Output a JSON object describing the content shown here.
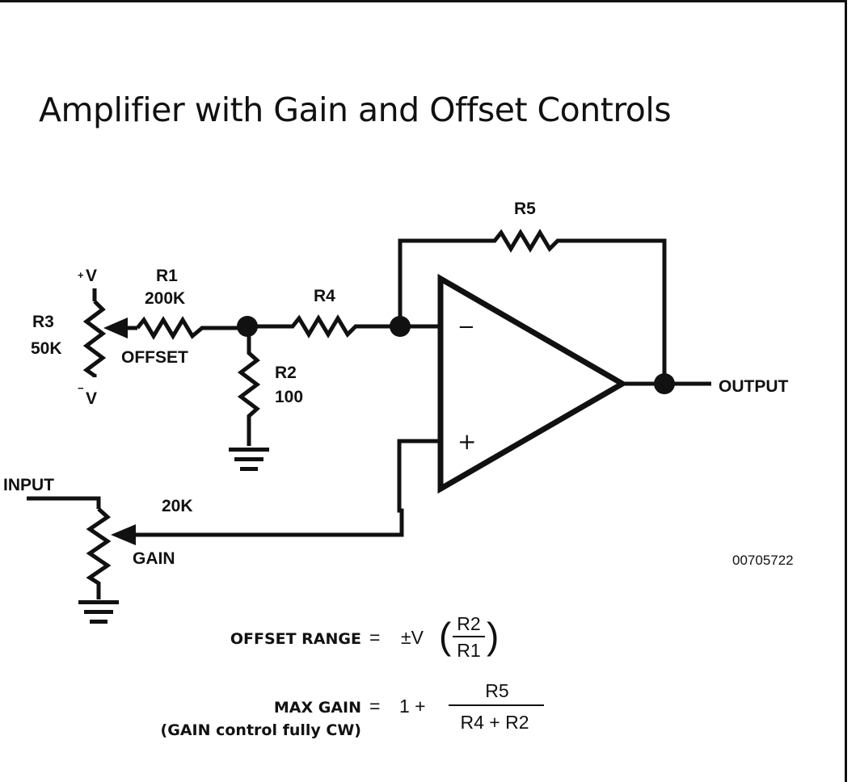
{
  "title": "Amplifier with Gain and Offset Controls",
  "part_number": "00705722",
  "components": {
    "r1": {
      "name": "R1",
      "value": "200K"
    },
    "r2": {
      "name": "R2",
      "value": "100"
    },
    "r3": {
      "name": "R3",
      "value": "50K",
      "wiper_label": "OFFSET"
    },
    "r4": {
      "name": "R4"
    },
    "r5": {
      "name": "R5"
    },
    "gain_pot": {
      "value": "20K",
      "wiper_label": "GAIN"
    }
  },
  "supply": {
    "positive": "+V",
    "positive_sup": "+",
    "positive_v": "V",
    "negative_sup": "−",
    "negative_v": "V"
  },
  "opamp": {
    "inv_symbol": "−",
    "noninv_symbol": "+"
  },
  "ports": {
    "input": "INPUT",
    "output": "OUTPUT"
  },
  "equations": {
    "offset": {
      "label": "OFFSET RANGE",
      "eq": "=",
      "prefix": "±V",
      "numerator": "R2",
      "denominator": "R1",
      "open_paren": "(",
      "close_paren": ")"
    },
    "gain": {
      "label": "MAX GAIN",
      "note": "(GAIN control fully CW)",
      "eq": "=",
      "prefix": "1 +",
      "numerator": "R5",
      "denominator": "R4 + R2"
    }
  }
}
